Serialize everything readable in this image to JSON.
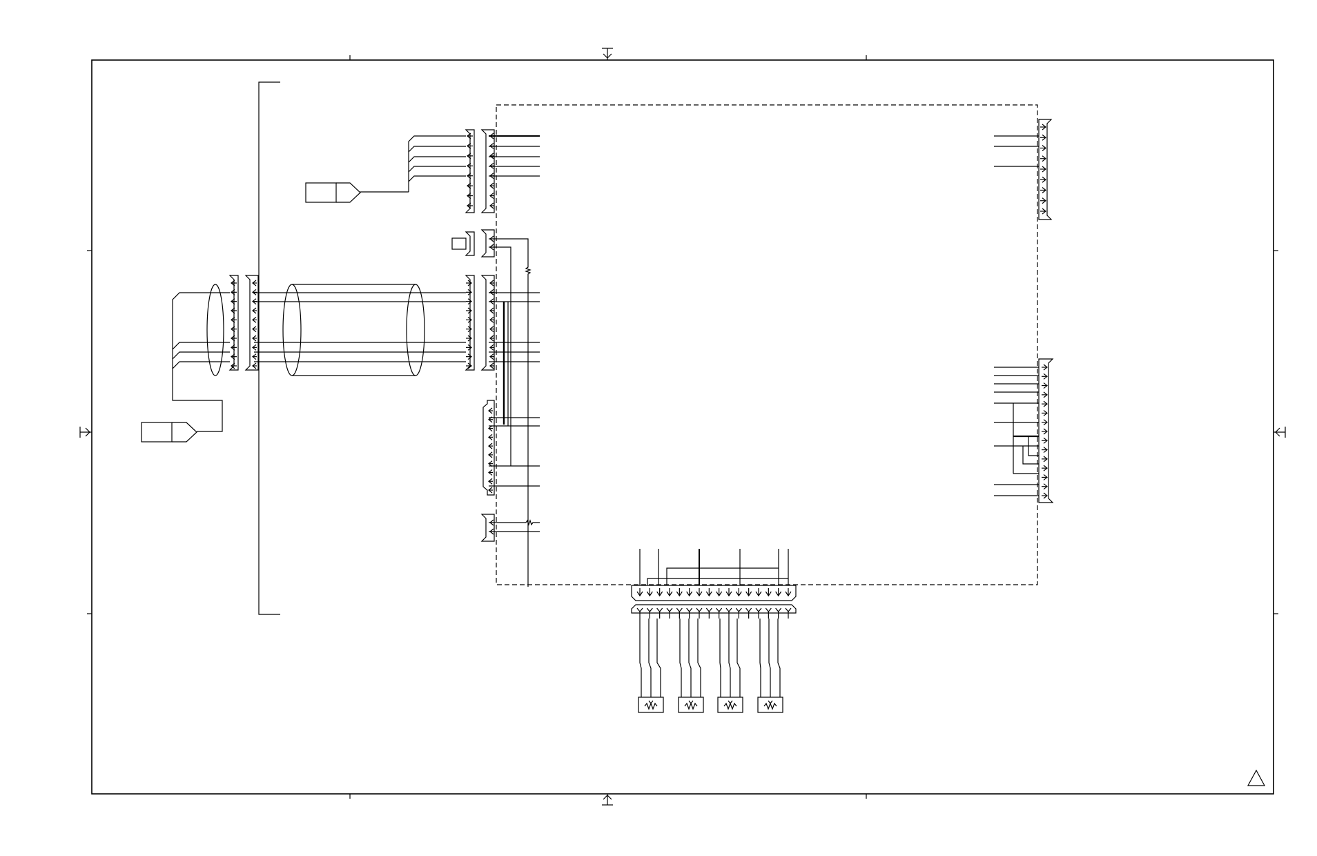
{
  "sheet": {
    "title": "",
    "revision_mark": "triangle-revision-mark"
  },
  "colors": {
    "line": "#000000",
    "background": "#ffffff"
  },
  "components": {
    "left_terminals_count": 2,
    "pots_count": 4
  }
}
